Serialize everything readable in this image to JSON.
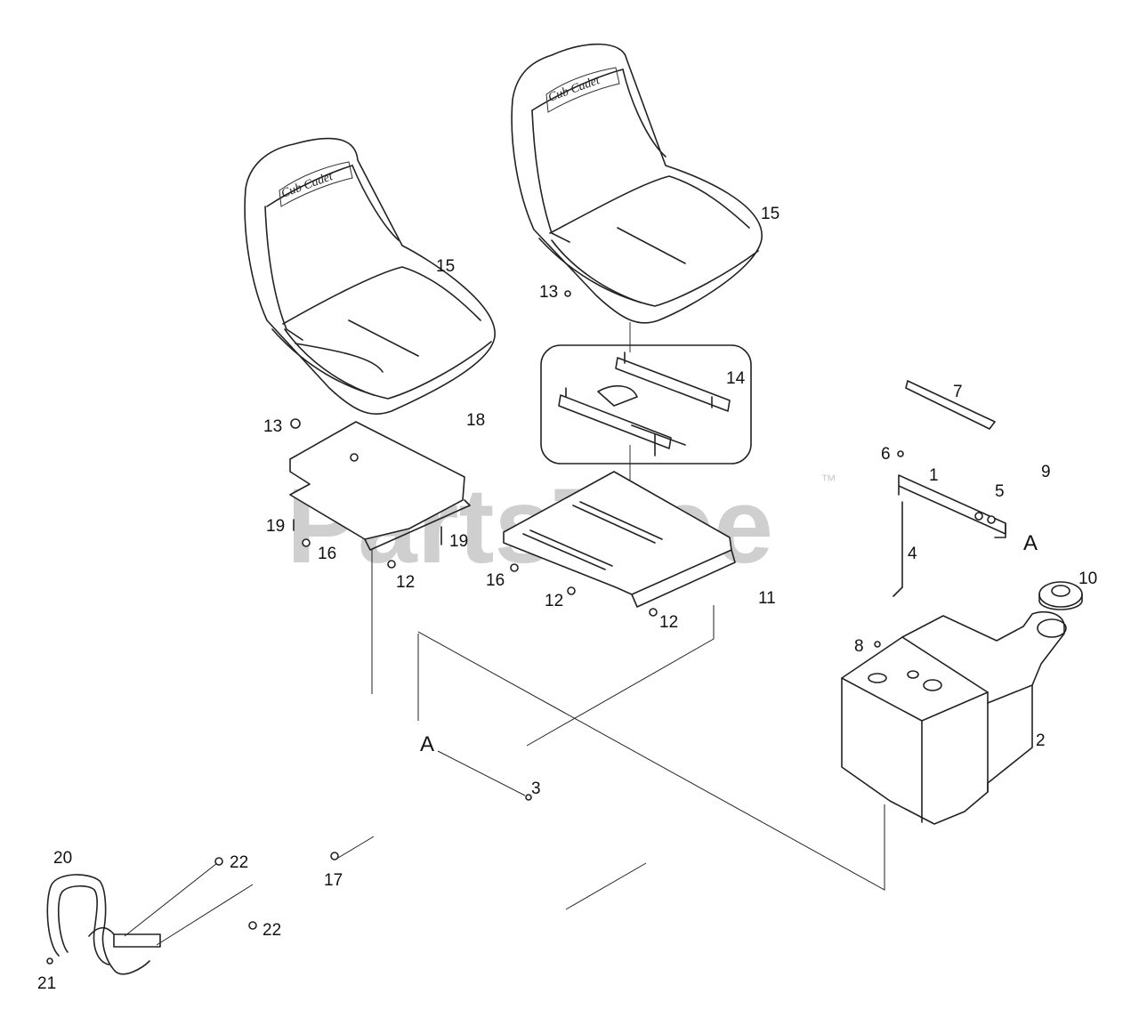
{
  "watermark": {
    "text": "PartsTree",
    "trademark": "™"
  },
  "seat_logo": "Cub Cadet",
  "callouts": {
    "c15a": "15",
    "c15b": "15",
    "c13a": "13",
    "c13b": "13",
    "c14": "14",
    "c18": "18",
    "c19a": "19",
    "c19b": "19",
    "c16a": "16",
    "c16b": "16",
    "c12a": "12",
    "c12b": "12",
    "c12c": "12",
    "c11": "11",
    "c7": "7",
    "c6": "6",
    "c1": "1",
    "c5": "5",
    "c9": "9",
    "cA1": "A",
    "c4": "4",
    "c10": "10",
    "c8": "8",
    "c2": "2",
    "cA2": "A",
    "c3": "3",
    "c17": "17",
    "c20": "20",
    "c22a": "22",
    "c22b": "22",
    "c21": "21"
  }
}
